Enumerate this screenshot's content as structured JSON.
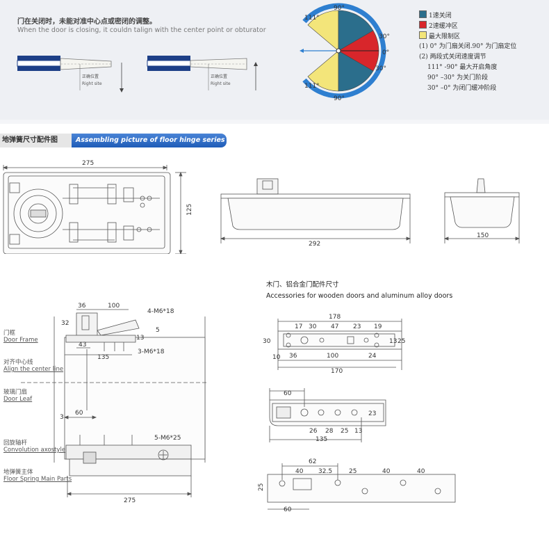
{
  "top": {
    "title_cn": "门在关闭时，未能对准中心点或密闭的调整。",
    "title_en": "When the door is closing, it couldn talign with the center point or obturator",
    "diagram_left": {
      "right_site_cn": "正确位置",
      "right_site_en": "Right site"
    },
    "diagram_right": {
      "right_site_cn": "正确位置",
      "right_site_en": "Right site"
    },
    "dial": {
      "angles": {
        "top": "90°",
        "top_left": "111°",
        "upper_right": "30°",
        "right": "0°",
        "lower_right": "30°",
        "bottom_left": "111°",
        "bottom": "90°"
      },
      "colors": {
        "close": "#2b6e8c",
        "buffer": "#d8262b",
        "limit": "#f3e57a",
        "ring": "#2e7fd0"
      }
    },
    "legend": {
      "items": [
        {
          "color": "#2b6e8c",
          "label": "1速关闭"
        },
        {
          "color": "#d8262b",
          "label": "2速缓冲区"
        },
        {
          "color": "#f3e57a",
          "label": "最大限制区"
        }
      ],
      "notes": [
        "(1) 0°  为门扇关闭.90°  为门扇定位",
        "(2) 两段式关闭速度调节",
        "111° -90°  最大开启角度",
        "90° –30°  为关门阶段",
        "30° –0°   为闭门缓冲阶段"
      ]
    }
  },
  "section": {
    "title_cn": "地弹簧尺寸配件图",
    "title_en": "Assembling picture of floor hinge series"
  },
  "views": {
    "plan": {
      "width": "275",
      "height": "125"
    },
    "side": {
      "length": "292"
    },
    "end": {
      "width": "150"
    }
  },
  "install": {
    "labels": [
      {
        "cn": "门框",
        "en": "Door Frame"
      },
      {
        "cn": "对齐中心线",
        "en": "Align the center line"
      },
      {
        "cn": "玻璃门扇",
        "en": "Door Leaf"
      },
      {
        "cn": "回旋轴杆",
        "en": "Convolution axostyle"
      },
      {
        "cn": "地弹簧主体",
        "en": "Floor Spring Main Parts"
      }
    ],
    "dims": {
      "d36": "36",
      "d100": "100",
      "d32": "32",
      "d5": "5",
      "d13": "13",
      "d43": "43",
      "d135": "135",
      "d3": "3",
      "d60": "60",
      "d275": "275",
      "m_top": "4-M6*18",
      "m_mid": "3-M6*18",
      "m_low": "5-M6*25"
    }
  },
  "accessories": {
    "title_cn": "木门、铝合金门配件尺寸",
    "title_en": "Accessories for wooden doors and aluminum alloy doors",
    "plate1": {
      "d178": "178",
      "d17": "17",
      "d30a": "30",
      "d47": "47",
      "d23": "23",
      "d19": "19",
      "d30b": "30",
      "d13": "13",
      "d25": "25",
      "d10": "10",
      "d36": "36",
      "d100": "100",
      "d24": "24",
      "d170": "170"
    },
    "plate2": {
      "d60": "60",
      "d23": "23",
      "d26": "26",
      "d28": "28",
      "d25": "25",
      "d13": "13",
      "d135": "135"
    },
    "plate3": {
      "d62": "62",
      "d40a": "40",
      "d32_5": "32.5",
      "d25a": "25",
      "d40b": "40",
      "d40c": "40",
      "d25b": "25",
      "d60": "60"
    }
  }
}
